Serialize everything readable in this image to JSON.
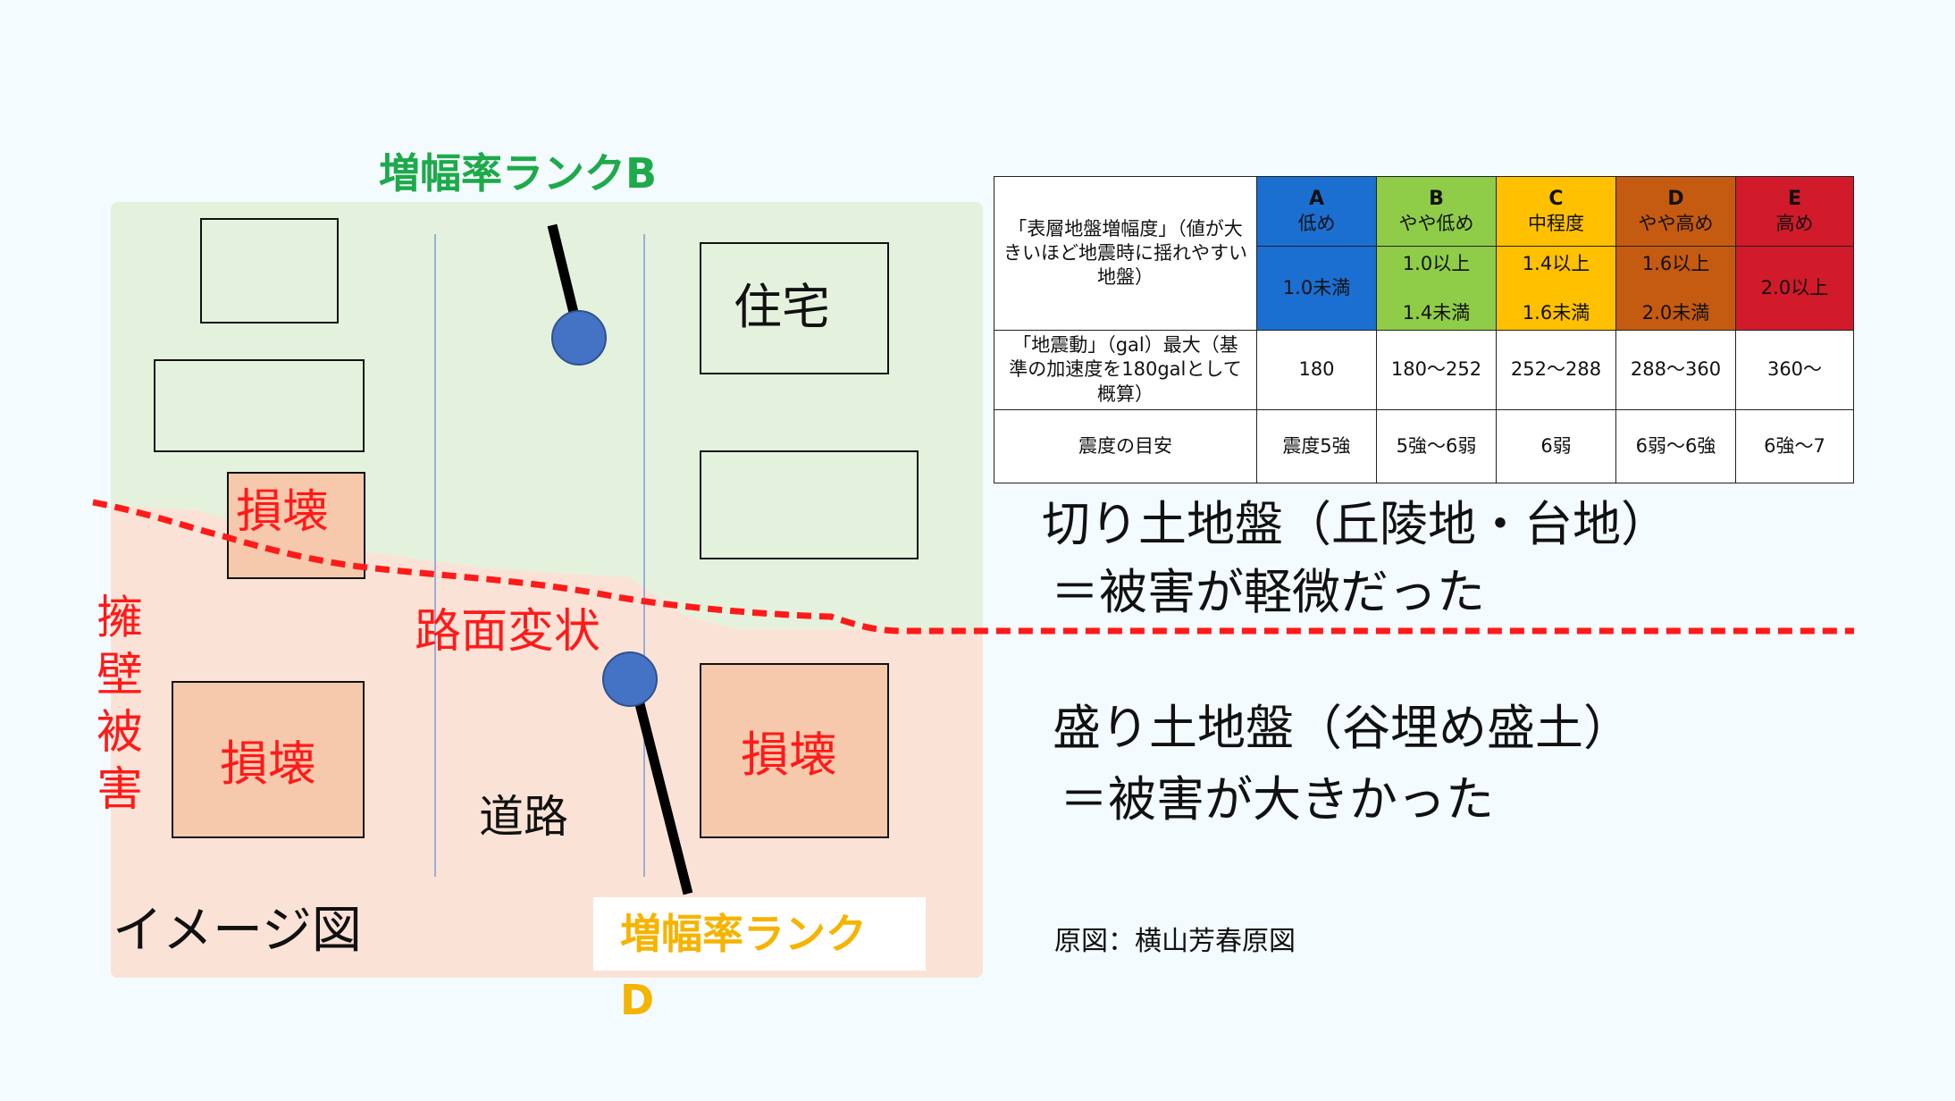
{
  "colors": {
    "cut_ground": "#e4f1dd",
    "fill_ground": "#fae3d6",
    "damaged_house": "#f7c9ac",
    "boundary_line": "#ff1a1a",
    "marker": "#4472c4",
    "rank_A": "#1a6fd1",
    "rank_B": "#8fcc47",
    "rank_C": "#ffc000",
    "rank_D": "#c55a11",
    "rank_E": "#d11a2a"
  },
  "diagram": {
    "label_rank_b": "増幅率ランクB",
    "label_rank_d": "増幅率ランクD",
    "house_label": "住宅",
    "damage_labels": [
      "損壊",
      "損壊",
      "損壊"
    ],
    "road_deformation": "路面変状",
    "retaining_wall": "擁壁被害",
    "road": "道路",
    "image_caption": "イメージ図"
  },
  "descriptions": {
    "cut_title": "切り土地盤（丘陵地・台地）",
    "cut_result": "＝被害が軽微だった",
    "fill_title": "盛り土地盤（谷埋め盛土）",
    "fill_result": "＝被害が大きかった"
  },
  "source": "原図：横山芳春原図",
  "table": {
    "header_label": "「表層地盤増幅度」（値が大きいほど地震時に揺れやすい地盤）",
    "row2_label": "「地震動」（gal）最大（基準の加速度を180galとして概算）",
    "row3_label": "震度の目安",
    "ranks": [
      {
        "letter": "A",
        "name": "低め",
        "range1": "1.0未満",
        "range2": "",
        "gal": "180",
        "intensity": "震度5強"
      },
      {
        "letter": "B",
        "name": "やや低め",
        "range1": "1.0以上",
        "range2": "1.4未満",
        "gal": "180～252",
        "intensity": "5強～6弱"
      },
      {
        "letter": "C",
        "name": "中程度",
        "range1": "1.4以上",
        "range2": "1.6未満",
        "gal": "252～288",
        "intensity": "6弱"
      },
      {
        "letter": "D",
        "name": "やや高め",
        "range1": "1.6以上",
        "range2": "2.0未満",
        "gal": "288～360",
        "intensity": "6弱～6強"
      },
      {
        "letter": "E",
        "name": "高め",
        "range1": "2.0以上",
        "range2": "",
        "gal": "360～",
        "intensity": "6強～7"
      }
    ]
  }
}
